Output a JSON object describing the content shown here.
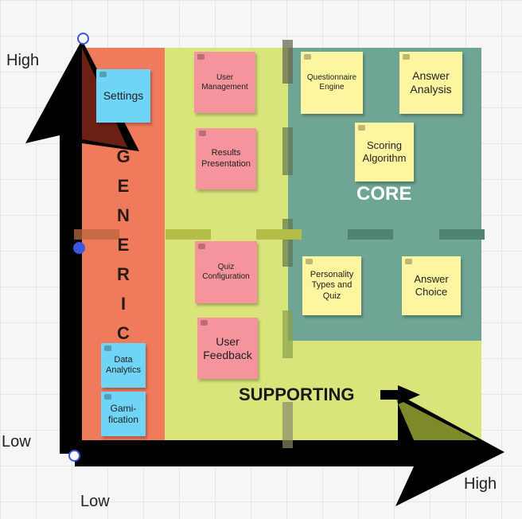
{
  "axes": {
    "y_high": "High",
    "y_low": "Low",
    "x_low": "Low",
    "x_high": "High"
  },
  "zones": {
    "generic": {
      "letters": [
        "G",
        "E",
        "N",
        "E",
        "R",
        "I",
        "C"
      ],
      "color": "#f07a5c"
    },
    "supporting": {
      "title": "SUPPORTING",
      "color": "#d9e57a"
    },
    "core": {
      "title": "CORE",
      "color": "#6fa594"
    }
  },
  "notes": {
    "settings": {
      "text": "Settings",
      "color": "#6fd4f5"
    },
    "data_analytics": {
      "text": "Data Analytics",
      "color": "#6fd4f5"
    },
    "gamification": {
      "text": "Gami-fication",
      "color": "#6fd4f5"
    },
    "user_management": {
      "text": "User Management",
      "color": "#f5949c"
    },
    "results_presentation": {
      "text": "Results Presentation",
      "color": "#f5949c"
    },
    "quiz_configuration": {
      "text": "Quiz Configuration",
      "color": "#f5949c"
    },
    "user_feedback": {
      "text": "User Feedback",
      "color": "#f5949c"
    },
    "questionnaire_engine": {
      "text": "Questionnaire Engine",
      "color": "#fdf5a0"
    },
    "answer_analysis": {
      "text": "Answer Analysis",
      "color": "#fdf5a0"
    },
    "scoring_algorithm": {
      "text": "Scoring Algorithm",
      "color": "#fdf5a0"
    },
    "personality_types": {
      "text": "Personality Types and Quiz",
      "color": "#fdf5a0"
    },
    "answer_choice": {
      "text": "Answer Choice",
      "color": "#fdf5a0"
    }
  }
}
